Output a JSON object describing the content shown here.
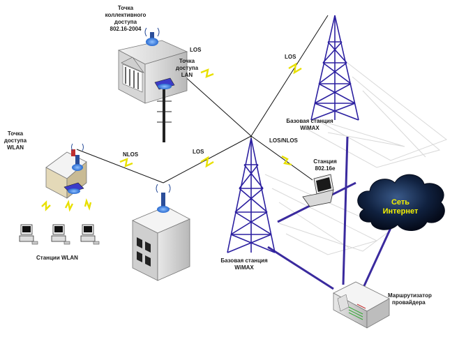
{
  "labels": {
    "access_point_collective_1": "Точка",
    "access_point_collective_2": "коллективного",
    "access_point_collective_3": "доступа",
    "access_point_collective_4": "802.16-2004",
    "lan_access_point_1": "Точка",
    "lan_access_point_2": "доступа",
    "lan_access_point_3": "LAN",
    "los_top_left": "LOS",
    "los_top_right": "LOS",
    "wimax_base_right_1": "Базовая станция",
    "wimax_base_right_2": "WiMAX",
    "wlan_access_point_1": "Точка",
    "wlan_access_point_2": "доступа",
    "wlan_access_point_3": "WLAN",
    "nlos": "NLOS",
    "los_middle": "LOS",
    "los_nlos": "LOS/NLOS",
    "station_1": "Станция",
    "station_2": "802.16е",
    "internet_1": "Сеть",
    "internet_2": "Интернет",
    "wlan_stations": "Станции WLAN",
    "wimax_base_left_1": "Базовая станция",
    "wimax_base_left_2": "WiMAX",
    "router_1": "Маршрутизатор",
    "router_2": "провайдера"
  },
  "colors": {
    "tower": "#2b1fa0",
    "link_line": "#3a2a9e",
    "lightning": "#e8e000",
    "cloud": "#0e1a38",
    "cloud_text": "#f4f000",
    "antenna_glow": "#3d7fd6"
  }
}
